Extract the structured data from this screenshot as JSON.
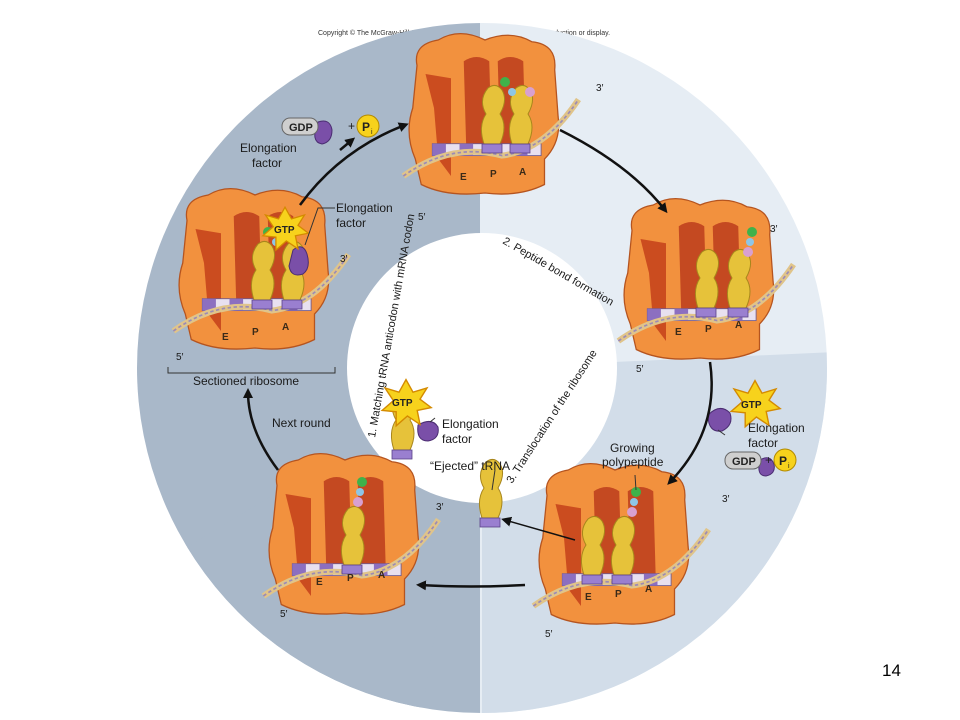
{
  "copyright": "Copyright © The McGraw-Hill Companies, Inc. Permission required for reproduction or display.",
  "page_number": "14",
  "steps": {
    "step1": "1. Matching tRNA anticodon with mRNA codon",
    "step2": "2. Peptide bond formation",
    "step3": "3. Translocation of the ribosome"
  },
  "labels": {
    "elongation_factor": "Elongation factor",
    "elongation_word": "Elongation",
    "factor_word": "factor",
    "gdp": "GDP",
    "gtp": "GTP",
    "plus": "+",
    "pi_p": "P",
    "pi_i": "i",
    "sectioned_ribosome": "Sectioned ribosome",
    "next_round": "Next round",
    "ejected_trna": "“Ejected” tRNA",
    "growing": "Growing",
    "polypeptide": "polypeptide"
  },
  "sites": {
    "e": "E",
    "p": "P",
    "a": "A"
  },
  "ends": {
    "five": "5′",
    "three": "3′"
  },
  "colors": {
    "ring_dark": "#a9b8c9",
    "ring_light": "#e6edf4",
    "ring_mid": "#d2dde9",
    "ribosome": "#f2913e",
    "ribosome_dark": "#c0521d",
    "trna": "#e6c23a",
    "factor": "#7a4fa8",
    "gtp_burst": "#f7d21c"
  },
  "icons": {
    "arrow": "curved-arrow",
    "gtp": "gtp-starburst-icon",
    "factor": "elongation-factor-blob-icon"
  }
}
